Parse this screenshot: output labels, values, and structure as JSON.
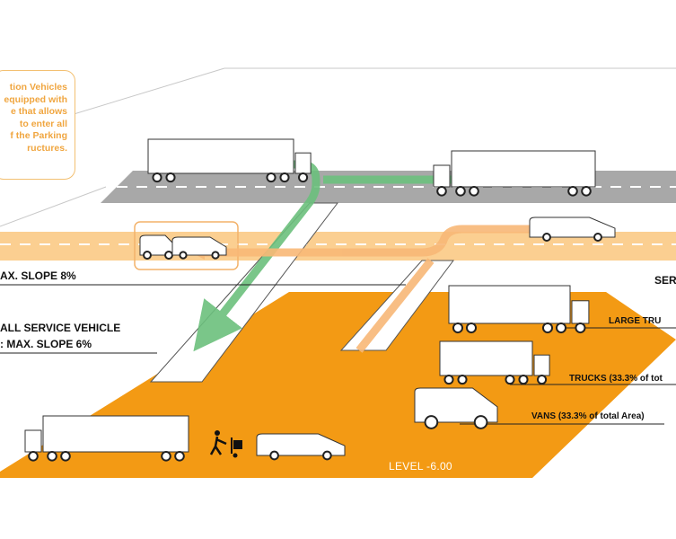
{
  "callout": {
    "text": "tion Vehicles\nequipped with\ne that allows\nto enter all\nf the Parking\nructures."
  },
  "labels": {
    "max_slope_8": "AX. SLOPE 8%",
    "service_vehicle_line1": "ALL SERVICE VEHICLE",
    "service_vehicle_line2": ": MAX. SLOPE 6%",
    "ser": "SER",
    "large_trucks": "LARGE TRU",
    "trucks": "TRUCKS (33.3% of tot",
    "vans": "VANS (33.3% of total Area)",
    "level": "LEVEL -6.00"
  },
  "colors": {
    "orange_floor": "#f39a14",
    "light_orange": "#fbcf91",
    "green_arrow": "#6cc07d",
    "road_grey": "#a8a8a8",
    "callout_text": "#f0a640"
  },
  "icons": [
    "truck-icon",
    "van-icon",
    "person-with-hand-truck-icon"
  ]
}
